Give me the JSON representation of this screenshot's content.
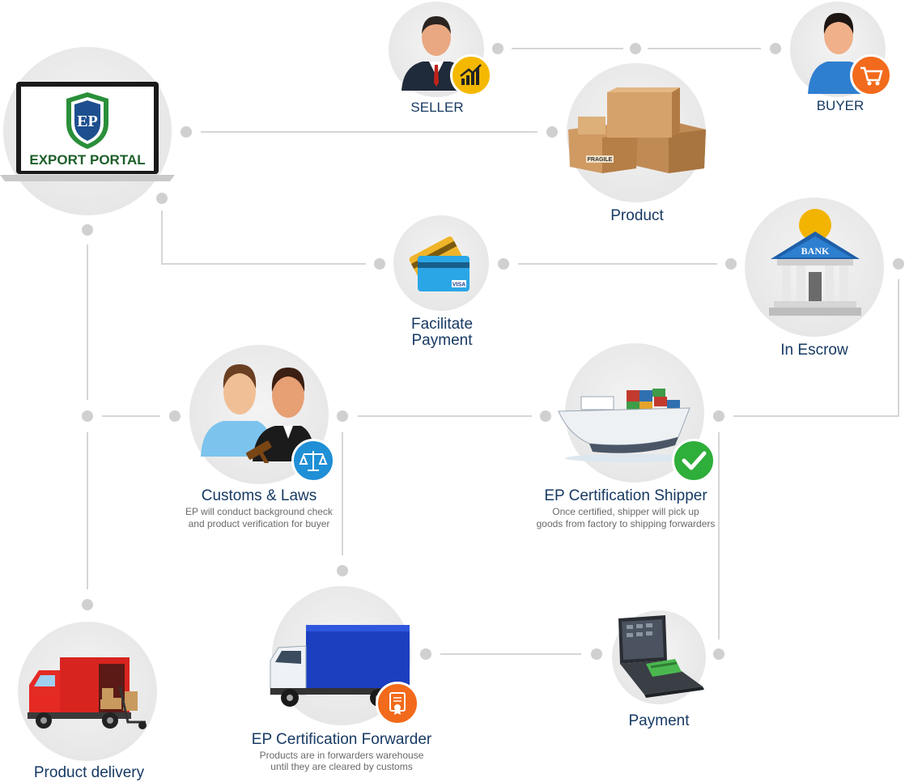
{
  "logo": {
    "text": "EXPORT PORTAL",
    "monogram": "EP",
    "icon": "laptop-with-shield-logo"
  },
  "nodes": {
    "seller": {
      "label": "SELLER",
      "icon": "businessman-icon",
      "badge_icon": "growth-chart-icon",
      "badge_color": "#f5b800"
    },
    "buyer": {
      "label": "BUYER",
      "icon": "person-icon",
      "badge_icon": "shopping-cart-icon",
      "badge_color": "#f26a1b"
    },
    "product": {
      "label": "Product",
      "icon": "cardboard-boxes-icon",
      "box_text": "FRAGILE"
    },
    "payment_facilitate": {
      "label_line1": "Facilitate",
      "label_line2": "Payment",
      "icon": "credit-cards-icon",
      "card_text": "VISA"
    },
    "escrow": {
      "label": "In Escrow",
      "icon": "bank-building-icon",
      "bank_text": "BANK"
    },
    "customs": {
      "label": "Customs & Laws",
      "desc_line1": "EP will conduct background check",
      "desc_line2": "and product verification for buyer",
      "icon": "people-with-judge-icon",
      "badge_icon": "scales-icon",
      "badge_color": "#1f8fd6"
    },
    "shipper": {
      "label": "EP Certification Shipper",
      "desc_line1": "Once certified, shipper will pick up",
      "desc_line2": "goods from factory to shipping forwarders",
      "icon": "cargo-ship-icon",
      "badge_icon": "checkmark-icon",
      "badge_color": "#2eae3a"
    },
    "forwarder": {
      "label": "EP Certification Forwarder",
      "desc_line1": "Products are in forwarders warehouse",
      "desc_line2": "until they are cleared by customs",
      "icon": "blue-truck-icon",
      "badge_icon": "certificate-icon",
      "badge_color": "#f26a1b"
    },
    "payment": {
      "label": "Payment",
      "icon": "laptop-payment-icon"
    },
    "delivery": {
      "label": "Product delivery",
      "icon": "red-delivery-truck-icon"
    }
  },
  "colors": {
    "label": "#173a63",
    "line": "#d2d2d2",
    "dot": "#d0d0d0",
    "circle": "#e9e9e9"
  }
}
